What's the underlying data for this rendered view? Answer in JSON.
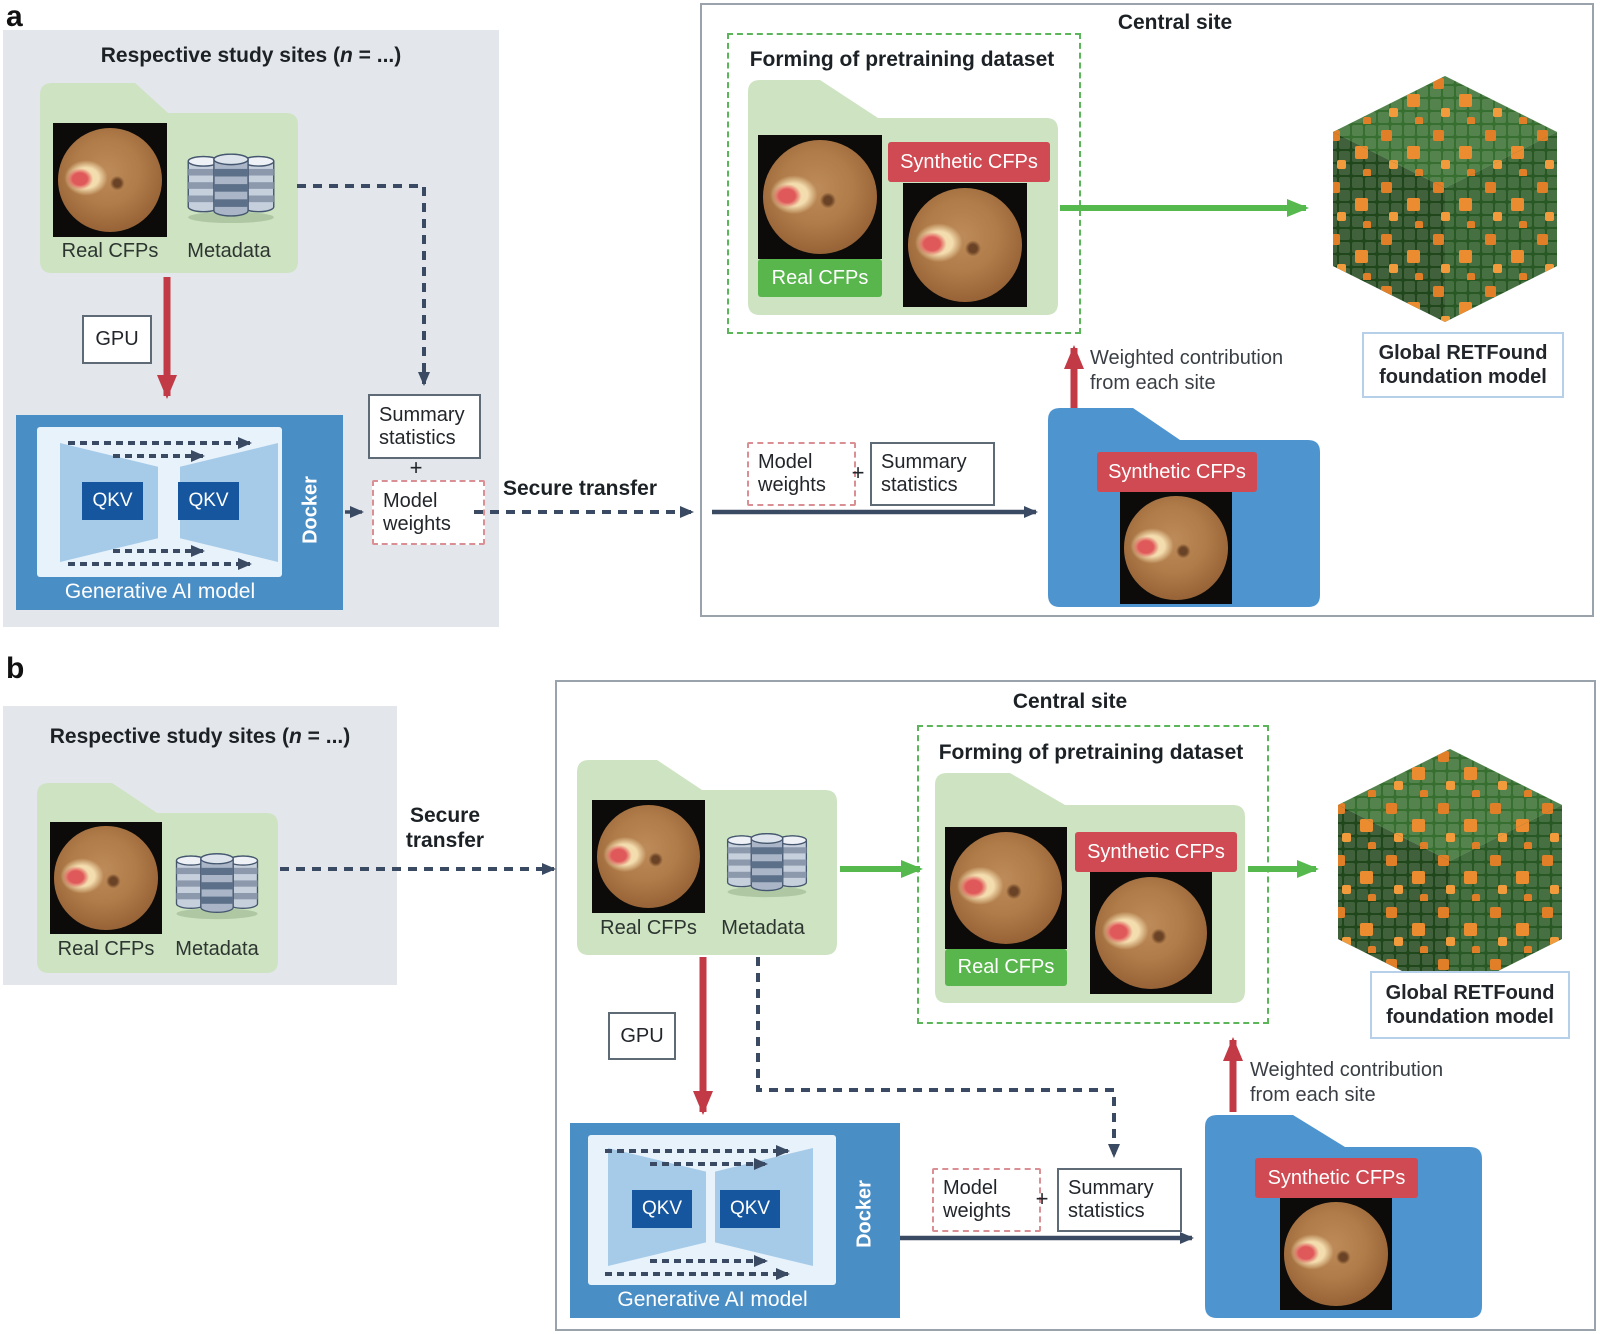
{
  "colors": {
    "panel_bg": "#e3e6ea",
    "folder_green": "#cde3c1",
    "folder_blue": "#4e95d0",
    "chip_green": "#58b64c",
    "chip_red": "#cf4a52",
    "arrow_red": "#c23a46",
    "arrow_green": "#56b94e",
    "arrow_navy": "#3a4a63",
    "green_dashed_border": "#5bb65a",
    "model_box_blue": "#4a8ec6",
    "qkv_blue": "#15569e"
  },
  "panel_a": {
    "label": "a",
    "study_sites": {
      "title_pre": "Respective study sites (",
      "title_n": "n",
      "title_post": " = ...)",
      "real_cfps": "Real CFPs",
      "metadata": "Metadata",
      "gpu": "GPU",
      "qkv_left": "QKV",
      "qkv_right": "QKV",
      "docker": "Docker",
      "model_caption": "Generative AI model",
      "summary_statistics": "Summary statistics",
      "plus": "+",
      "model_weights": "Model weights"
    },
    "secure_transfer": "Secure transfer",
    "central": {
      "title": "Central site",
      "forming_title": "Forming of pretraining dataset",
      "real_cfps": "Real CFPs",
      "synthetic_cfps": "Synthetic CFPs",
      "model_weights": "Model weights",
      "plus": "+",
      "summary_statistics": "Summary statistics",
      "weighted_contribution": "Weighted contribution from each site",
      "synthetic_folder": "Synthetic CFPs",
      "cube_caption": "Global RETFound foundation model"
    }
  },
  "panel_b": {
    "label": "b",
    "study_sites": {
      "title_pre": "Respective study sites (",
      "title_n": "n",
      "title_post": " = ...)",
      "real_cfps": "Real CFPs",
      "metadata": "Metadata"
    },
    "secure_transfer_line1": "Secure",
    "secure_transfer_line2": "transfer",
    "central": {
      "title": "Central site",
      "real_cfps": "Real CFPs",
      "metadata": "Metadata",
      "gpu": "GPU",
      "qkv_left": "QKV",
      "qkv_right": "QKV",
      "docker": "Docker",
      "model_caption": "Generative AI model",
      "forming_title": "Forming of pretraining dataset",
      "forming_real_cfps": "Real CFPs",
      "forming_synthetic_cfps": "Synthetic CFPs",
      "model_weights": "Model weights",
      "plus": "+",
      "summary_statistics": "Summary statistics",
      "weighted_contribution": "Weighted contribution from each site",
      "synthetic_folder": "Synthetic CFPs",
      "cube_caption": "Global RETFound foundation model"
    }
  }
}
